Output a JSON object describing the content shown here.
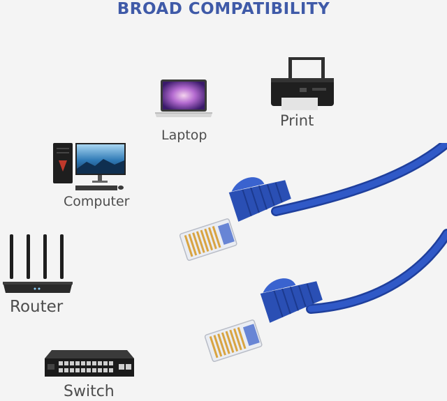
{
  "title": "BROAD COMPATIBILITY",
  "devices": [
    {
      "label": "Laptop",
      "icon": "laptop-icon"
    },
    {
      "label": "Print",
      "icon": "printer-icon"
    },
    {
      "label": "Computer",
      "icon": "desktop-computer-icon"
    },
    {
      "label": "Router",
      "icon": "router-icon"
    },
    {
      "label": "Switch",
      "icon": "network-switch-icon"
    }
  ],
  "colors": {
    "title": "#3f5aa8",
    "cable": "#2a4fb4",
    "label": "#4d4d4d"
  }
}
